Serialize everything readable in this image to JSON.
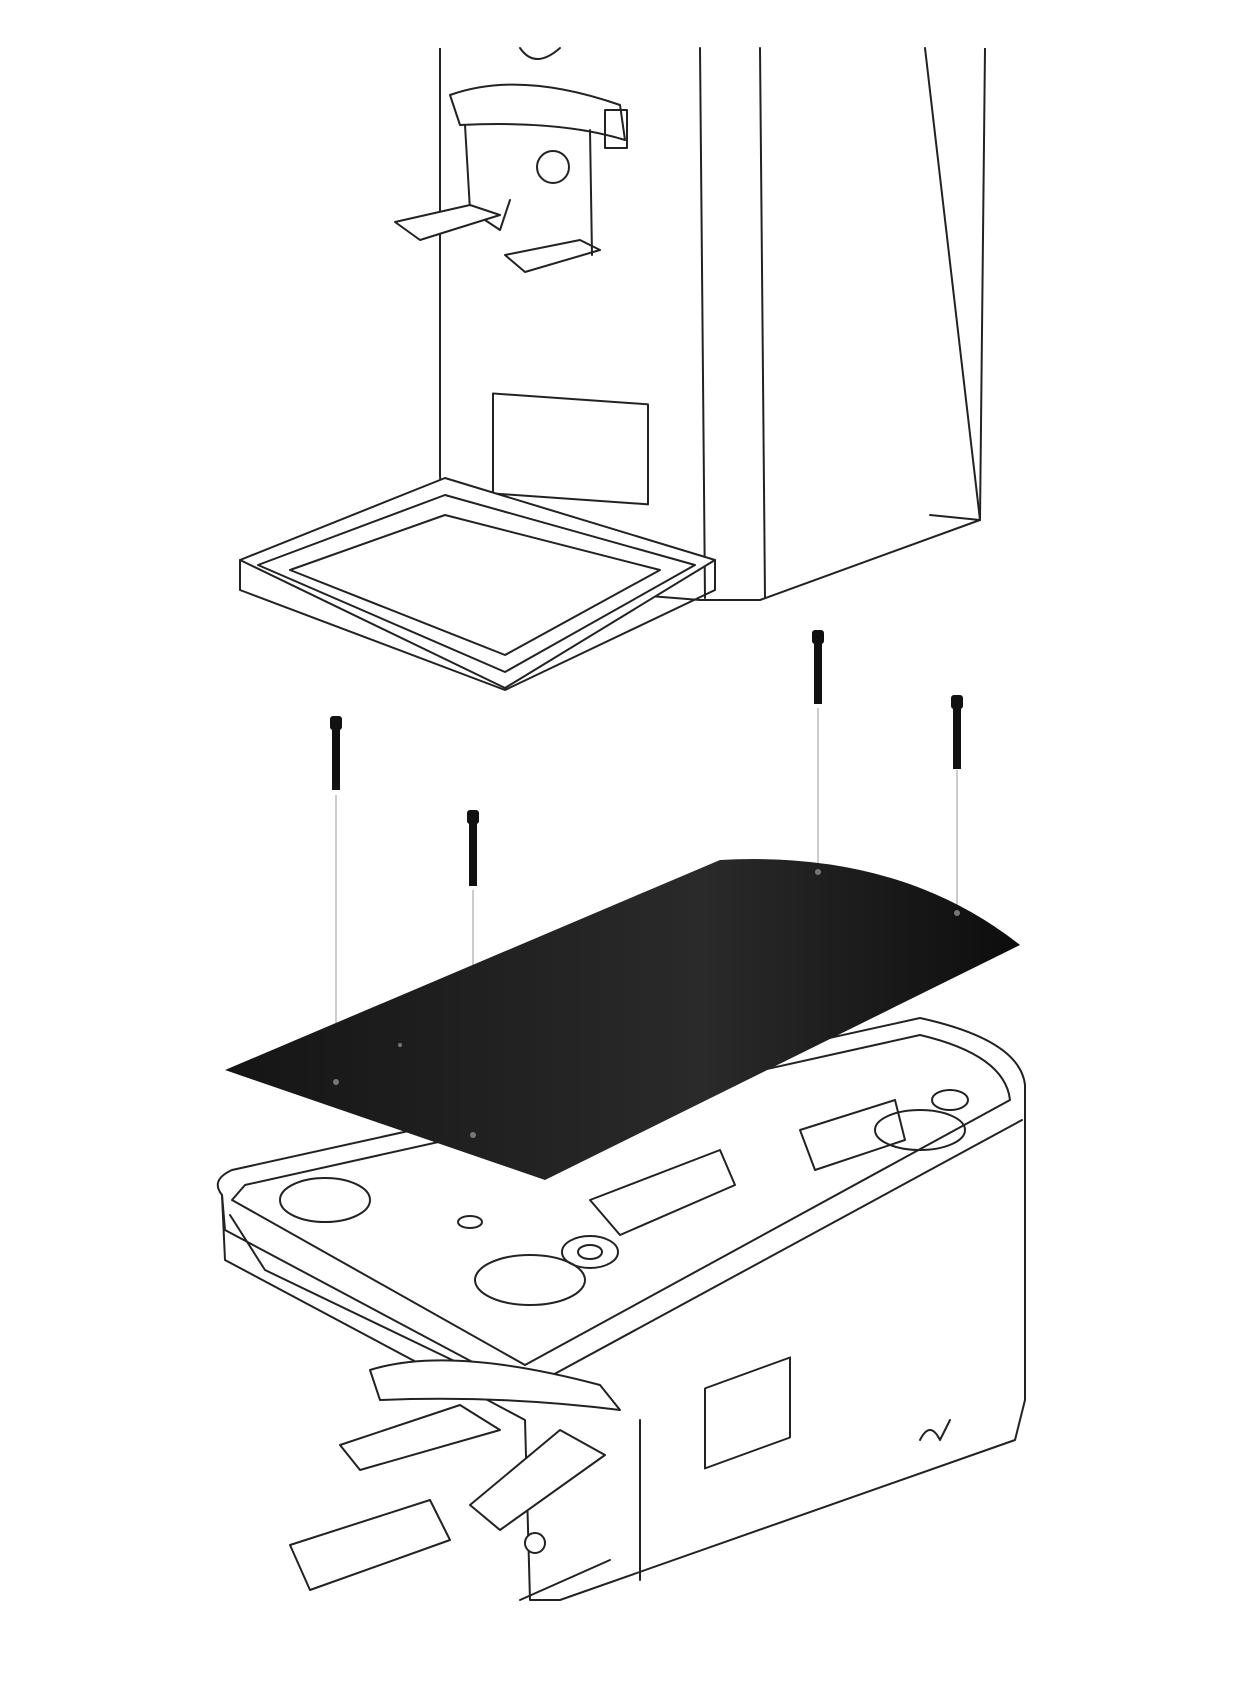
{
  "diagram": {
    "type": "exploded-assembly-illustration",
    "parts": [
      "grinder-upper-body",
      "drip-tray",
      "mounting-screw",
      "mounting-screw",
      "mounting-screw",
      "mounting-screw",
      "base-plate",
      "grinder-lower-base"
    ],
    "colors": {
      "line": "#222222",
      "plate": "#1a1a1a",
      "background": "#ffffff"
    }
  }
}
